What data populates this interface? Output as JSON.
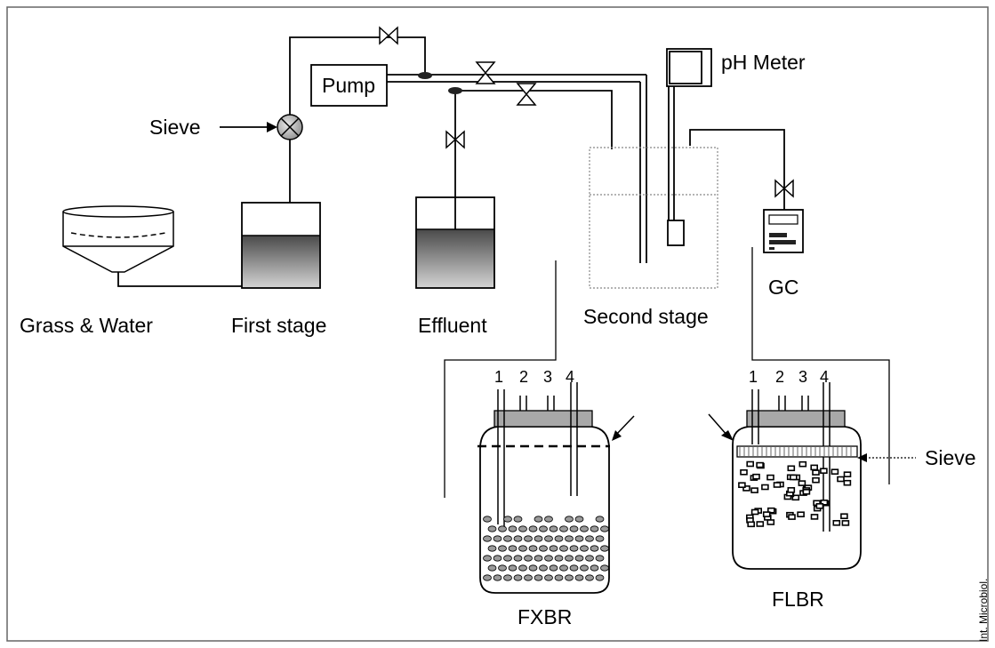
{
  "labels": {
    "sieve_top": "Sieve",
    "pump": "Pump",
    "ph_meter": "pH Meter",
    "grass_water": "Grass & Water",
    "first_stage": "First stage",
    "effluent": "Effluent",
    "second_stage": "Second stage",
    "gc": "GC",
    "fxbr": "FXBR",
    "flbr": "FLBR",
    "sieve_right": "Sieve",
    "credit": "Int. Microbiol."
  },
  "fxbr_ports": [
    "1",
    "2",
    "3",
    "4"
  ],
  "flbr_ports": [
    "1",
    "2",
    "3",
    "4"
  ]
}
